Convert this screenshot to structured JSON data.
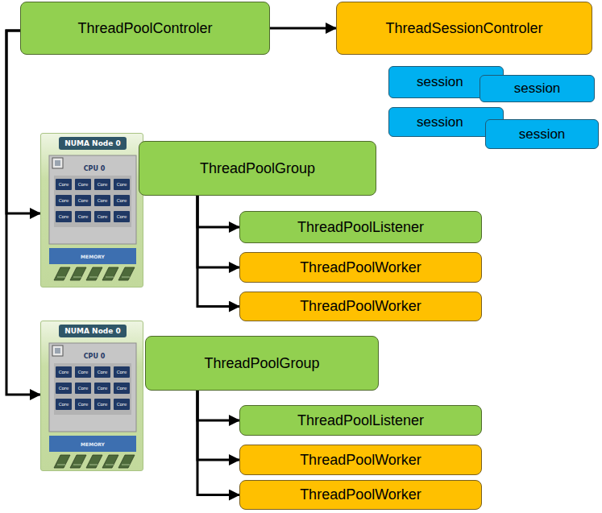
{
  "diagram": {
    "nodes": [
      {
        "text": [
          "ThreadPoolControler"
        ]
      },
      {
        "text": [
          "ThreadSessionControler"
        ]
      },
      {
        "text": [
          "session"
        ]
      },
      {
        "text": [
          "session"
        ]
      },
      {
        "text": [
          "session"
        ]
      },
      {
        "text": [
          "session"
        ]
      },
      {
        "text": [
          "NUMA Node 0",
          "CPU 0",
          "Core",
          "Core",
          "Core",
          "Core",
          "Core",
          "Core",
          "Core",
          "Core",
          "Core",
          "Core",
          "Core",
          "Core",
          "MEMORY"
        ]
      },
      {
        "text": [
          "ThreadPoolGroup"
        ]
      },
      {
        "text": [
          "ThreadPoolListener"
        ]
      },
      {
        "text": [
          "ThreadPoolWorker"
        ]
      },
      {
        "text": [
          "ThreadPoolWorker"
        ]
      },
      {
        "text": [
          "NUMA Node 0",
          "CPU 0",
          "Core",
          "Core",
          "Core",
          "Core",
          "Core",
          "Core",
          "Core",
          "Core",
          "Core",
          "Core",
          "Core",
          "Core",
          "MEMORY"
        ]
      },
      {
        "text": [
          "ThreadPoolGroup"
        ]
      },
      {
        "text": [
          "ThreadPoolListener"
        ]
      },
      {
        "text": [
          "ThreadPoolWorker"
        ]
      },
      {
        "text": [
          "ThreadPoolWorker"
        ]
      }
    ],
    "edges": [
      {
        "from": 0,
        "to": 1,
        "arrow": "to"
      },
      {
        "from": 0,
        "to": 6,
        "arrow": "to"
      },
      {
        "from": 0,
        "to": 11,
        "arrow": "to"
      },
      {
        "from": 7,
        "to": 8,
        "arrow": "to"
      },
      {
        "from": 7,
        "to": 9,
        "arrow": "to"
      },
      {
        "from": 7,
        "to": 10,
        "arrow": "to"
      },
      {
        "from": 12,
        "to": 13,
        "arrow": "to"
      },
      {
        "from": 12,
        "to": 14,
        "arrow": "to"
      },
      {
        "from": 12,
        "to": 15,
        "arrow": "to"
      }
    ]
  }
}
